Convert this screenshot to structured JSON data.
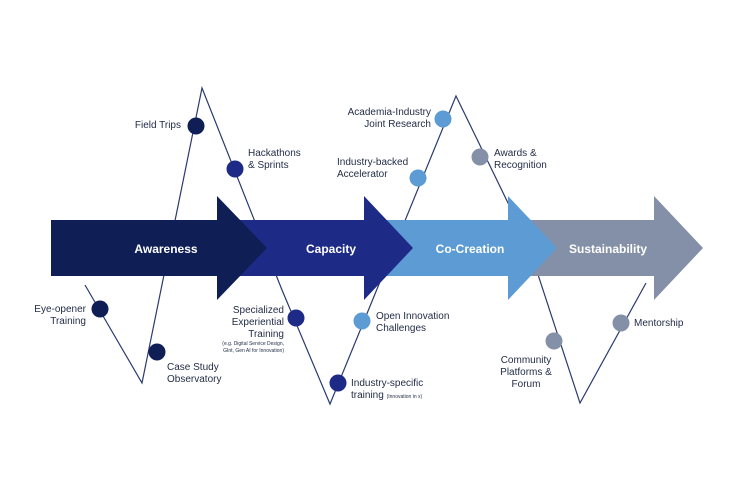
{
  "stages": [
    {
      "label": "Awareness",
      "color": "#0f1f56"
    },
    {
      "label": "Capacity",
      "color": "#1d2a86"
    },
    {
      "label": "Co-Creation",
      "color": "#5c9bd3"
    },
    {
      "label": "Sustainability",
      "color": "#8490a7"
    }
  ],
  "activities": {
    "field_trips": {
      "line1": "Field Trips",
      "color": "#0f1f56"
    },
    "hackathons": {
      "line1": "Hackathons",
      "line2": "& Sprints",
      "color": "#1d2a86"
    },
    "eye_opener": {
      "line1": "Eye-opener",
      "line2": "Training",
      "color": "#0f1f56"
    },
    "case_study": {
      "line1": "Case Study",
      "line2": "Observatory",
      "color": "#0f1f56"
    },
    "specialized": {
      "line1": "Specialized",
      "line2": "Experiential",
      "line3": "Training",
      "note": "(e.g. Digital Service Design,",
      "note2": "GInt, Gen AI for Innovation)",
      "color": "#1d2a86"
    },
    "industry_specific": {
      "line1": "Industry-specific",
      "line2": "training",
      "note": "(Innovation in x)",
      "color": "#1d2a86"
    },
    "academia_industry": {
      "line1": "Academia-Industry",
      "line2": "Joint Research",
      "color": "#5c9bd3"
    },
    "industry_backed": {
      "line1": "Industry-backed",
      "line2": "Accelerator",
      "color": "#5c9bd3"
    },
    "open_innovation": {
      "line1": "Open Innovation",
      "line2": "Challenges",
      "color": "#5c9bd3"
    },
    "awards": {
      "line1": "Awards &",
      "line2": "Recognition",
      "color": "#8490a7"
    },
    "community": {
      "line1": "Community",
      "line2": "Platforms &",
      "line3": "Forum",
      "color": "#8490a7"
    },
    "mentorship": {
      "line1": "Mentorship",
      "color": "#8490a7"
    }
  },
  "line_color": "#2b3a6e"
}
